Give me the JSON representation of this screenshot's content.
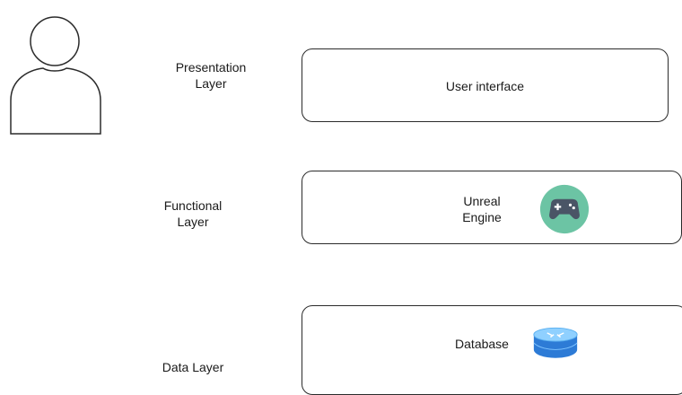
{
  "layers": [
    {
      "label": "Presentation\nLayer",
      "component": "User interface"
    },
    {
      "label": "Functional\nLayer",
      "component": "Unreal\nEngine",
      "icon": "gamepad-icon",
      "icon_color": "#6cc4a4"
    },
    {
      "label": "Data Layer",
      "component": "Database",
      "icon": "database-router-icon",
      "icon_color": "#3a8fe0"
    }
  ],
  "actor": {
    "icon": "user-icon"
  }
}
